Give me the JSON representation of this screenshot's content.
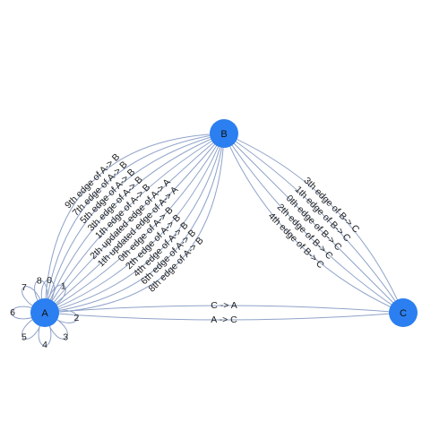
{
  "graph": {
    "colors": {
      "node": "#2b7ff0",
      "edge": "#8fa3c9",
      "text": "#222222"
    },
    "nodes": [
      {
        "id": "A",
        "label": "A"
      },
      {
        "id": "B",
        "label": "B"
      },
      {
        "id": "C",
        "label": "C"
      }
    ],
    "edges_a_b": [
      "9th edge of A-> B",
      "7th edge of A-> B",
      "5th edge of A-> B",
      "3th edge of A-> B",
      "1th edge of A-> B",
      "2th updated edge of A-> A",
      "1th updated edge of A-> A",
      "0th edge of A-> B",
      "2th edge of A-> B",
      "4th edge of A-> B",
      "6th edge of A-> B",
      "8th edge of A-> B"
    ],
    "edges_b_c": [
      "3th edge of B-> C",
      "1th edge of B-> C",
      "0th edge of B-> C",
      "2th edge of B-> C",
      "4th edge of B-> C"
    ],
    "edges_a_c": [
      "C -> A",
      "A -> C"
    ],
    "self_loops": [
      "8",
      "0",
      "7",
      "6",
      "5",
      "4",
      "3",
      "2",
      "1"
    ]
  }
}
